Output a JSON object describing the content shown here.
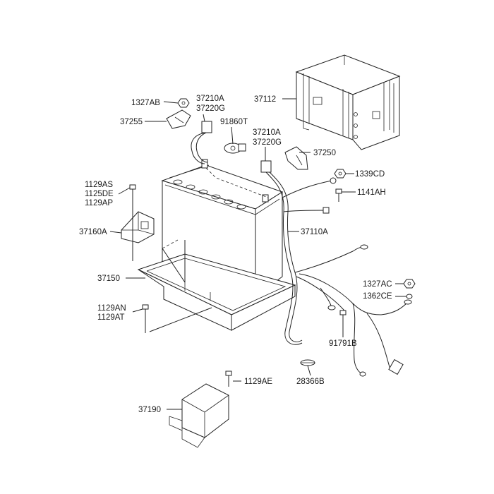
{
  "labels": {
    "l1327AB": "1327AB",
    "l37210A_1": "37210A",
    "l37220G_1": "37220G",
    "l37112": "37112",
    "l37255": "37255",
    "l91860T": "91860T",
    "l37210A_2": "37210A",
    "l37220G_2": "37220G",
    "l37250": "37250",
    "l1339CD": "1339CD",
    "l1129AS": "1129AS",
    "l1125DE": "1125DE",
    "l1129AP": "1129AP",
    "l1141AH": "1141AH",
    "l37160A": "37160A",
    "l37110A": "37110A",
    "l37150": "37150",
    "l1327AC": "1327AC",
    "l1362CE": "1362CE",
    "l1129AN": "1129AN",
    "l1129AT": "1129AT",
    "l91791B": "91791B",
    "l1129AE": "1129AE",
    "l28366B": "28366B",
    "l37190": "37190"
  }
}
